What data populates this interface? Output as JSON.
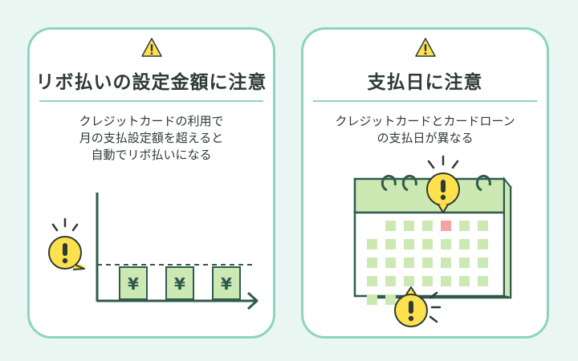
{
  "colors": {
    "background": "#eaf6f1",
    "card_border": "#8ed3bf",
    "accent_green": "#cde9b3",
    "dark_green": "#2f5a4d",
    "warning_yellow": "#ffe14d",
    "highlight_pink": "#f6a3a3"
  },
  "left_card": {
    "icon": "warning-triangle-icon",
    "title": "リボ払いの設定金額に注意",
    "description_lines": [
      "クレジットカードの利用で",
      "月の支払設定額を超えると",
      "自動でリボ払いになる"
    ],
    "bills": [
      "¥",
      "¥",
      "¥"
    ],
    "alert_icon": "exclamation-badge-icon"
  },
  "right_card": {
    "icon": "warning-triangle-icon",
    "title": "支払日に注意",
    "description_lines": [
      "クレジットカードとカードローン",
      "の支払日が異なる"
    ],
    "calendar_icon": "calendar-icon",
    "alert_icon": "exclamation-badge-icon"
  }
}
